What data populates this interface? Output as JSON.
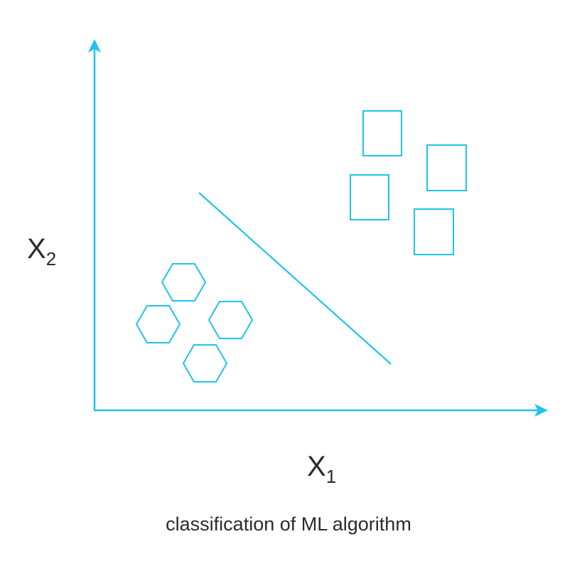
{
  "colors": {
    "accent": "#1ec3ee",
    "text": "#2b2b2b",
    "background": "#ffffff"
  },
  "axes": {
    "y_label_main": "X",
    "y_label_sub": "2",
    "x_label_main": "X",
    "x_label_sub": "1"
  },
  "caption": "classification of ML algorithm",
  "classes": [
    {
      "shape": "hexagon",
      "count": 4
    },
    {
      "shape": "square",
      "count": 4
    }
  ]
}
